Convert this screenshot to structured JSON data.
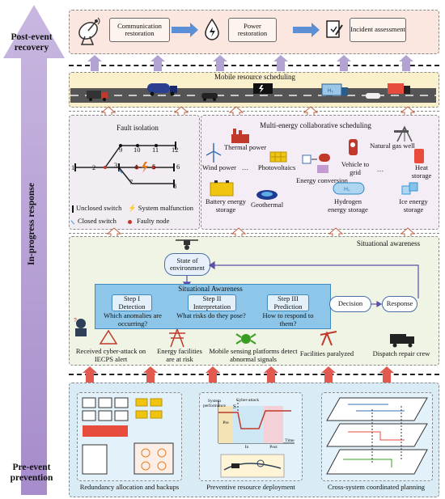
{
  "phases": {
    "post_event": "Post-event recovery",
    "in_progress": "In-progress response",
    "pre_event": "Pre-event prevention"
  },
  "recovery": {
    "steps": [
      "Communication restoration",
      "Power restoration",
      "Incident assessment"
    ]
  },
  "mobile": {
    "title": "Mobile resource scheduling"
  },
  "fault": {
    "title": "Fault isolation",
    "node_labels": [
      "1",
      "2",
      "3",
      "4",
      "5",
      "6",
      "7",
      "8",
      "9",
      "10",
      "11",
      "12"
    ],
    "legend": {
      "unclosed": "Unclosed switch",
      "malfunction": "System malfunction",
      "closed": "Closed switch",
      "faulty": "Faulty node"
    }
  },
  "multi_energy": {
    "title": "Multi-energy collaborative scheduling",
    "thermal": "Thermal power",
    "wind": "Wind power",
    "dots1": "…",
    "pv": "Photovoltaics",
    "v2g": "Vehicle to grid",
    "dots2": "…",
    "gas": "Natural gas well",
    "heat": "Heat storage",
    "conversion": "Energy conversion",
    "battery": "Battery energy storage",
    "geothermal": "Geothermal",
    "hydrogen": "Hydrogen energy storage",
    "ice": "Ice energy storage"
  },
  "awareness": {
    "title": "Situational awareness",
    "state": "State of environment",
    "sa_title": "Situational Awareness",
    "steps": [
      {
        "name": "Step I Detection",
        "question": "Which anomalies are occurring?"
      },
      {
        "name": "Step II Interpretation",
        "question": "What risks do they pose?"
      },
      {
        "name": "Step III Prediction",
        "question": "How to respond to them?"
      }
    ],
    "decision": "Decision",
    "response": "Response",
    "items": [
      "Received cyber-attack on IECPS alert",
      "Energy facilities are at risk",
      "Mobile sensing platforms detect abnormal signals",
      "Facilities paralyzed",
      "Dispatch repair crew"
    ]
  },
  "prevention": {
    "items": [
      "Redundancy allocation and backups",
      "Preventive resource deployment",
      "Cross-system coordinated planning"
    ],
    "chart": {
      "ylabel": "System performance",
      "attack": "Cyber-attack",
      "letter": "S",
      "pre": "Pre",
      "in": "In",
      "post": "Post",
      "xlabel": "Time"
    }
  },
  "colors": {
    "arrow": "#a690c8",
    "recovery_bg": "#fbe6e0",
    "mobile_bg": "#fbf0cc",
    "fault_bg": "#f2ecf3",
    "energy_bg": "#f5edf6",
    "aware_bg": "#f0f4e4",
    "prevent_bg": "#d9ecf6"
  }
}
